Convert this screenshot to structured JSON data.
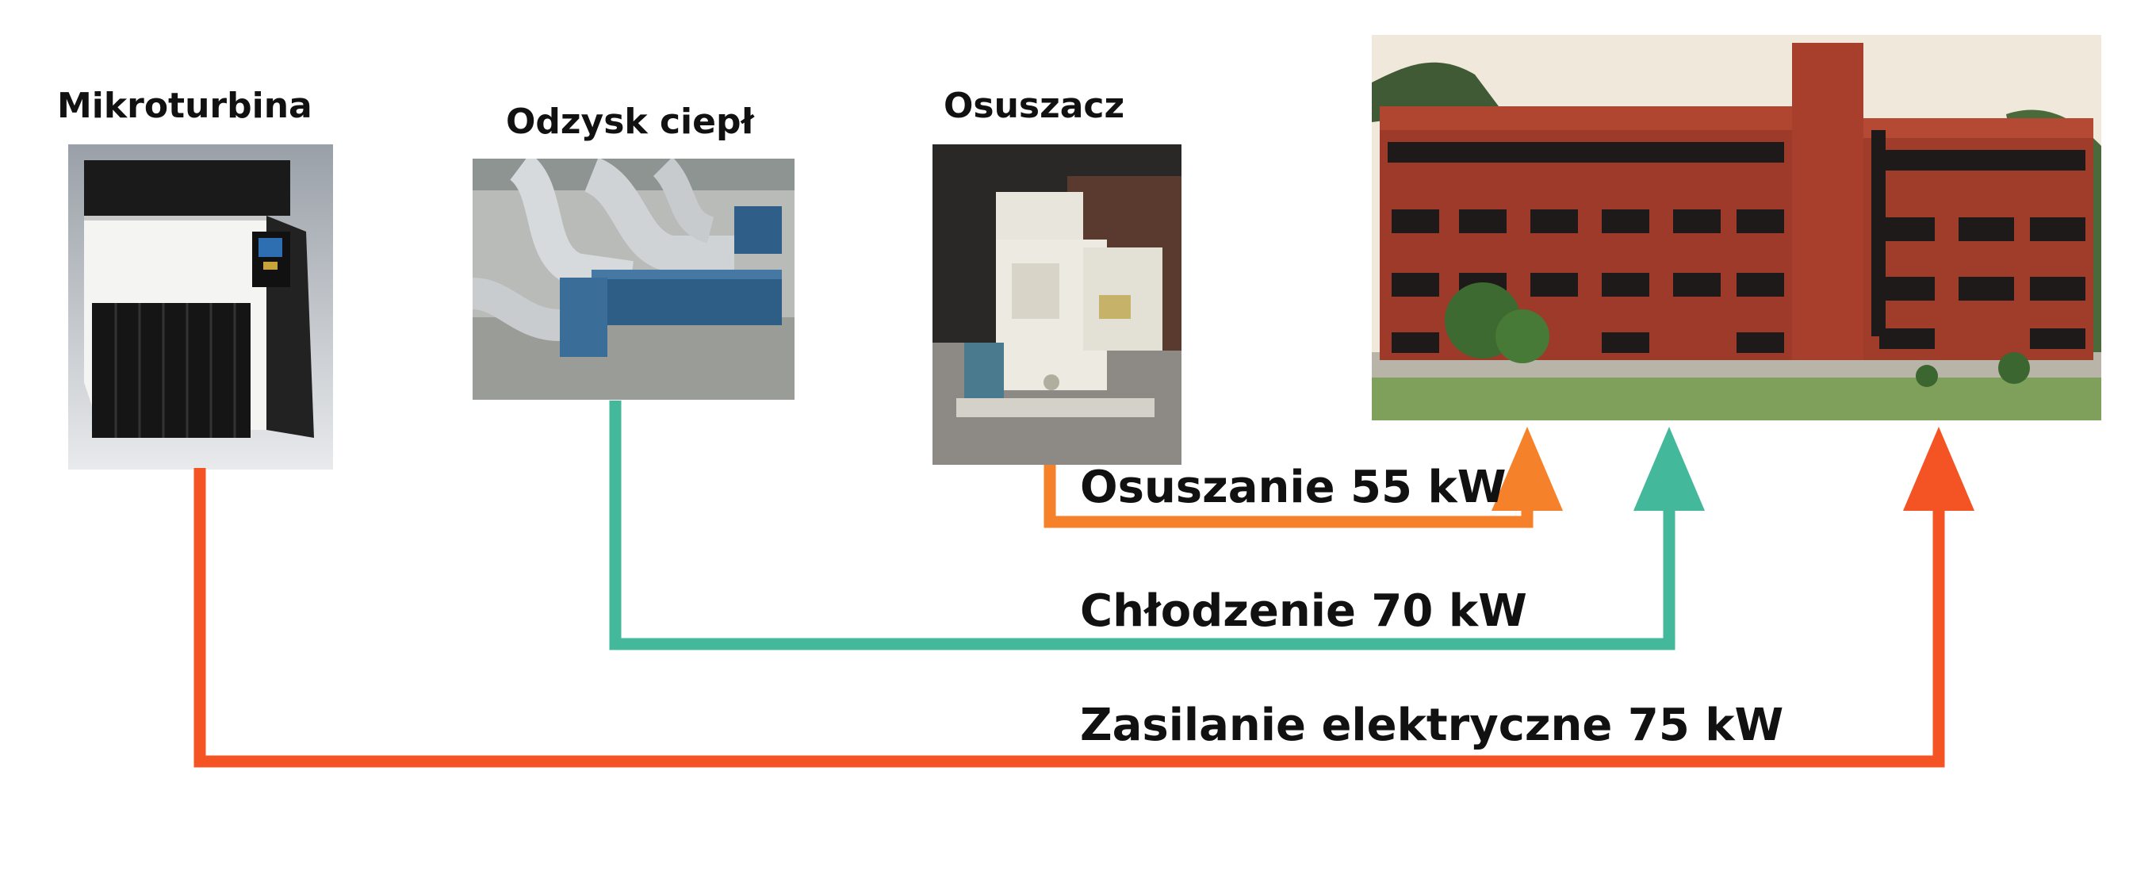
{
  "sources": {
    "microturbine": {
      "label": "Mikroturbina",
      "image_icon": "microturbine-unit-icon"
    },
    "heat_recovery": {
      "label": "Odzysk  ciepł",
      "image_icon": "heat-recovery-ducts-icon"
    },
    "dehumidifier": {
      "label": "Osuszacz",
      "image_icon": "dehumidifier-unit-icon"
    }
  },
  "target": {
    "image_icon": "office-building-icon"
  },
  "flows": [
    {
      "id": "dehumidification",
      "label": "Osuszanie 55 kW",
      "color": "#f5822a"
    },
    {
      "id": "cooling",
      "label": "Chłodzenie 70 kW",
      "color": "#43b89b"
    },
    {
      "id": "power",
      "label": "Zasilanie elektryczne 75 kW",
      "color": "#f45424"
    }
  ]
}
